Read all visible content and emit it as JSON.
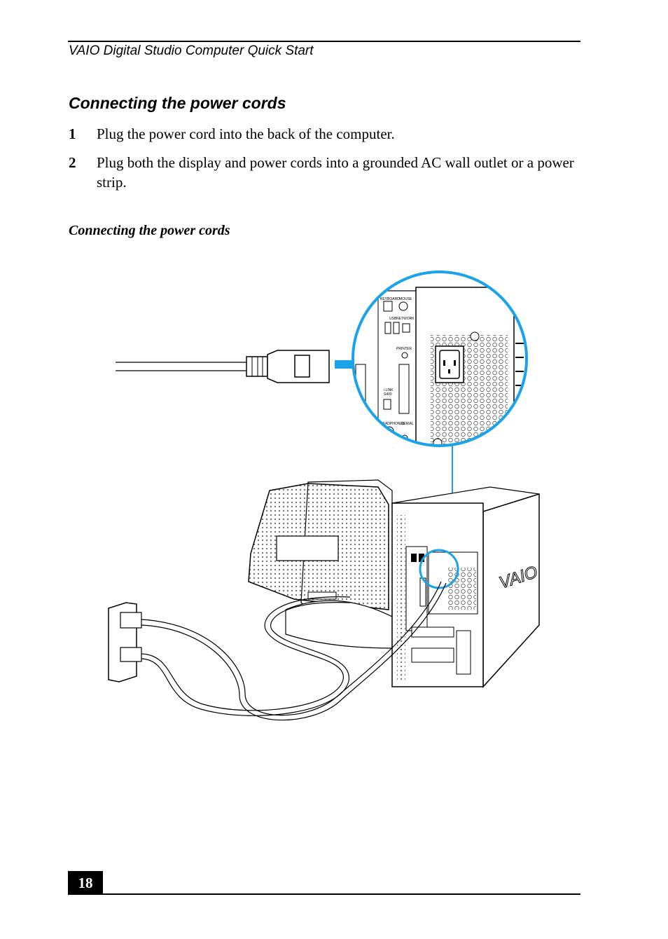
{
  "header": {
    "running_head": "VAIO Digital Studio Computer Quick Start"
  },
  "section": {
    "title": "Connecting the power cords",
    "steps": [
      {
        "num": "1",
        "text": "Plug the power cord into the back of the computer."
      },
      {
        "num": "2",
        "text": "Plug both the display and power cords into a grounded AC wall outlet or a power strip."
      }
    ]
  },
  "figure": {
    "caption": "Connecting the power cords",
    "panel_labels": {
      "keyboard": "KEYBOARD",
      "mouse": "MOUSE",
      "usb": "USB",
      "network": "NETWORK",
      "printer": "PRINTER",
      "ilink": "i.LINK",
      "ilink_sub": "S400",
      "headphones": "HEADPHONES",
      "serial": "SERIAL"
    },
    "brand_logo": "VAIO"
  },
  "footer": {
    "page_number": "18"
  },
  "colors": {
    "accent_blue": "#1aa3e8"
  }
}
